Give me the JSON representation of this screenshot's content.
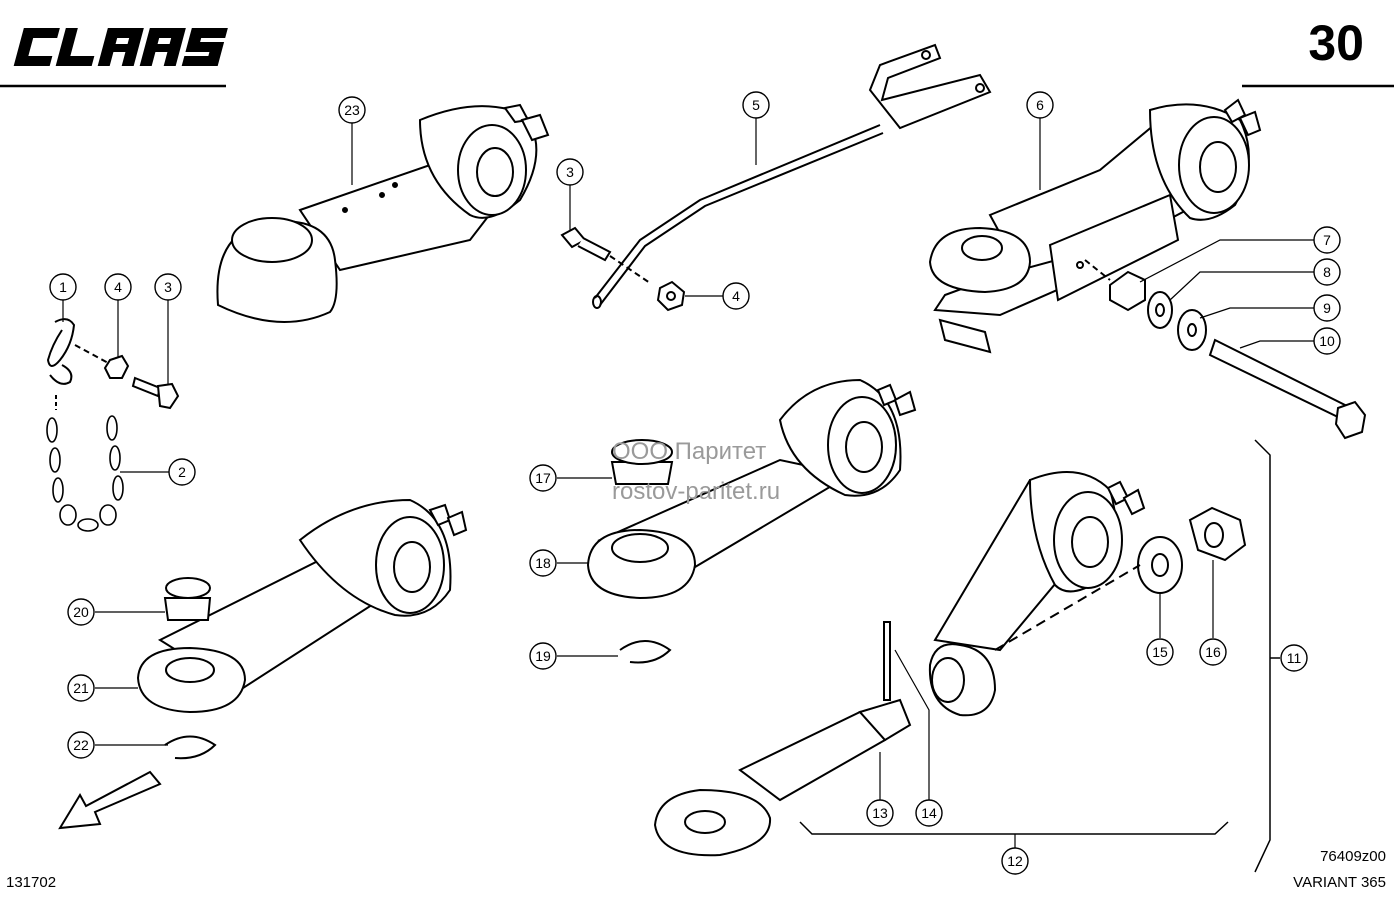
{
  "header": {
    "brand": "CLAAS",
    "page_number": "30"
  },
  "footer": {
    "doc_id": "131702",
    "drawing_code": "76409z00",
    "model": "VARIANT 365"
  },
  "watermark": {
    "line1": "ООО Паритет",
    "line2": "rostov-paritet.ru"
  },
  "callouts": [
    "23",
    "5",
    "3",
    "4",
    "6",
    "7",
    "8",
    "9",
    "10",
    "1",
    "4",
    "3",
    "2",
    "17",
    "18",
    "19",
    "20",
    "21",
    "22",
    "15",
    "16",
    "11",
    "13",
    "14",
    "12"
  ]
}
